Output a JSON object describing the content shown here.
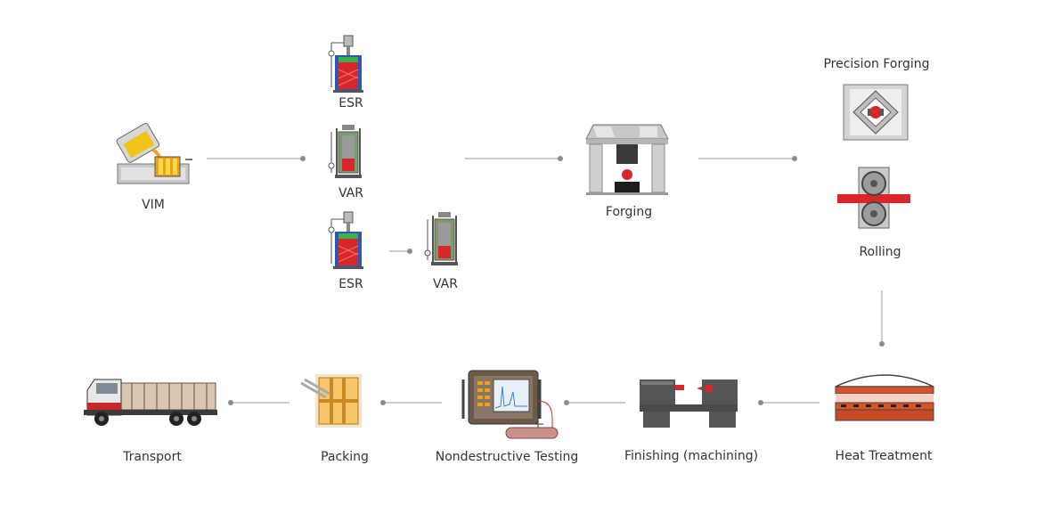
{
  "colors": {
    "connector": "#9a9a9a",
    "connector_dot": "#8c8c8c",
    "label": "#333333",
    "melt_red": "#d9262b",
    "furnace_blue": "#2b57b5",
    "machine_gray": "#8a8a8a",
    "heat_orange": "#d9532a"
  },
  "stages": {
    "vim": "VIM",
    "esr_top": "ESR",
    "var_middle": "VAR",
    "esr_bottom": "ESR",
    "var_bottom": "VAR",
    "forging": "Forging",
    "precision_forging": "Precision Forging",
    "rolling": "Rolling",
    "heat_treatment": "Heat Treatment",
    "finishing": "Finishing (machining)",
    "nondestructive_testing": "Nondestructive Testing",
    "packing": "Packing",
    "transport": "Transport"
  },
  "icons": {
    "vim": "vim-furnace-icon",
    "esr": "esr-furnace-icon",
    "var": "var-furnace-icon",
    "forging": "forging-press-icon",
    "precision_forging": "precision-forging-icon",
    "rolling": "rolling-mill-icon",
    "heat_treatment": "heat-treatment-furnace-icon",
    "finishing": "lathe-icon",
    "nondestructive_testing": "ultrasonic-tester-icon",
    "packing": "packing-crate-icon",
    "transport": "truck-icon"
  }
}
